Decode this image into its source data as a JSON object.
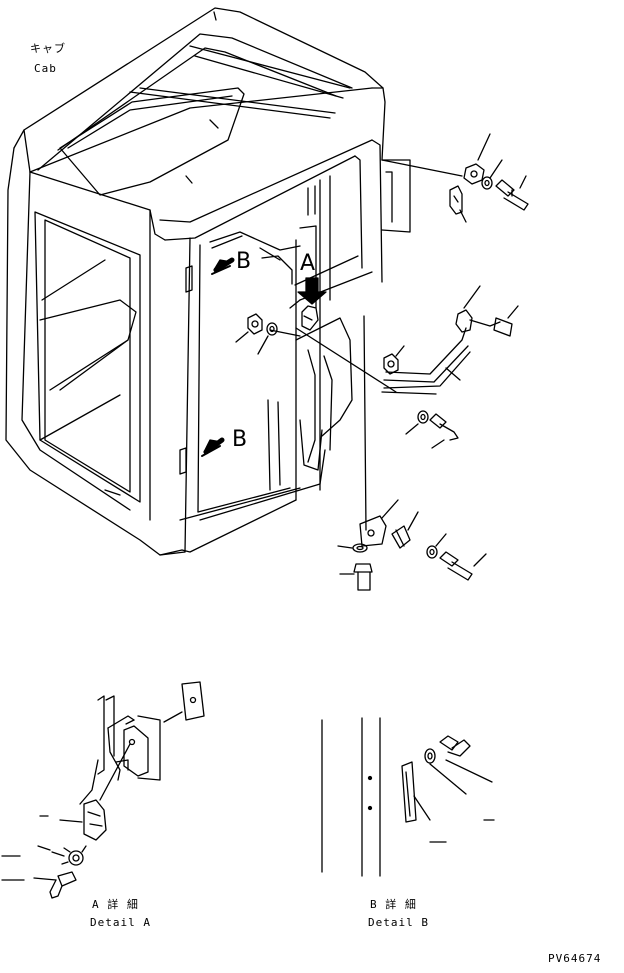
{
  "labels": {
    "cab_jp": "キャブ",
    "cab_en": "Cab",
    "view_a": "A",
    "view_b_upper": "B",
    "view_b_lower": "B",
    "detail_a_jp": "A 詳 細",
    "detail_a_en": "Detail A",
    "detail_b_jp": "B 詳 細",
    "detail_b_en": "Detail B",
    "part_number": "PV64674"
  }
}
